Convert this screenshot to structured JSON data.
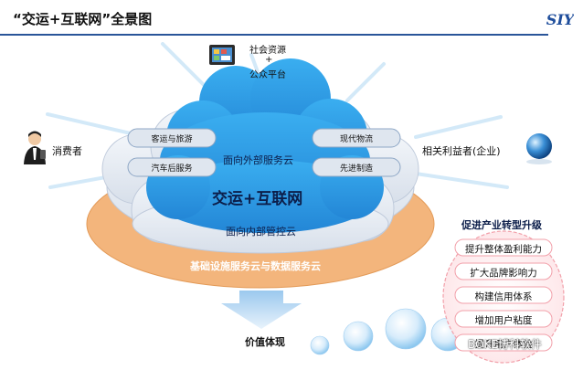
{
  "header": {
    "title": "“交运+互联网”全景图",
    "logo_text": "SIY"
  },
  "top_node": {
    "line1": "社会资源",
    "line2": "+",
    "line3": "公众平台"
  },
  "left_node": {
    "label": "消费者"
  },
  "right_node": {
    "label": "相关利益者(企业)"
  },
  "cloud": {
    "title": "交运+互联网",
    "outer_service": "面向外部服务云",
    "inner_control": "面向内部管控云",
    "base": "基础设施服务云与数据服务云",
    "pills": [
      "客运与旅游",
      "汽车后服务",
      "现代物流",
      "先进制造"
    ]
  },
  "upgrade": {
    "title": "促进产业转型升级",
    "items": [
      "提升整体盈利能力",
      "扩大品牌影响力",
      "构建信用体系",
      "增加用户粘度",
      "提升用户体验"
    ]
  },
  "value": {
    "label": "价值体现"
  },
  "watermark": {
    "text": "BOKE博科软件"
  },
  "colors": {
    "title_rule": "#2a5599",
    "outer_ellipse": "#f3b57c",
    "cloud_light": "#e6ecf4",
    "cloud_blue": "#2f9fe3",
    "pill_fill": "#dfe6ef"
  }
}
